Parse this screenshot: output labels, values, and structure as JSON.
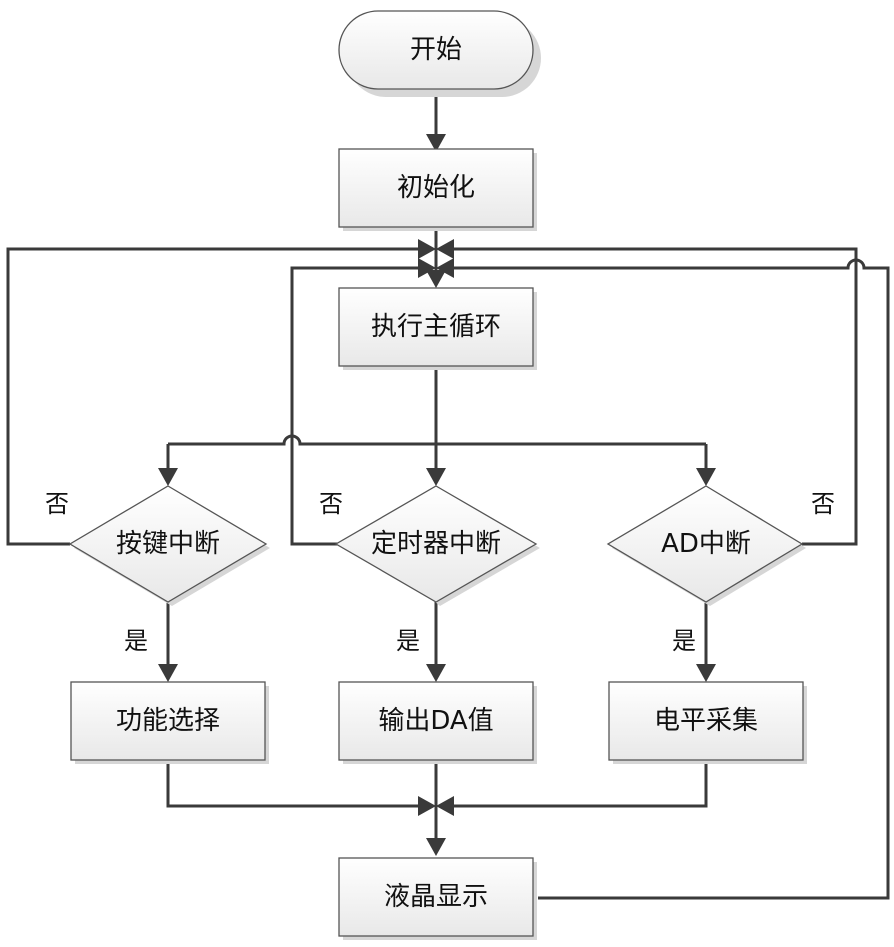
{
  "diagram": {
    "type": "flowchart",
    "colors": {
      "edge": "#3a3a3a",
      "node_fill_top": "#ffffff",
      "node_fill_bottom": "#e9e9e9",
      "node_border": "#555555",
      "shadow": "#d0d0d0"
    },
    "nodes": {
      "start": {
        "label": "开始",
        "shape": "terminator"
      },
      "init": {
        "label": "初始化",
        "shape": "process"
      },
      "main_loop": {
        "label": "执行主循环",
        "shape": "process"
      },
      "key_interrupt": {
        "label": "按键中断",
        "shape": "decision"
      },
      "timer_interrupt": {
        "label": "定时器中断",
        "shape": "decision"
      },
      "ad_interrupt": {
        "label": "AD中断",
        "shape": "decision"
      },
      "function_select": {
        "label": "功能选择",
        "shape": "process"
      },
      "output_da": {
        "label": "输出DA值",
        "shape": "process"
      },
      "level_sample": {
        "label": "电平采集",
        "shape": "process"
      },
      "lcd_display": {
        "label": "液晶显示",
        "shape": "process"
      }
    },
    "edge_labels": {
      "key_no": "否",
      "timer_no": "否",
      "ad_no": "否",
      "key_yes": "是",
      "timer_yes": "是",
      "ad_yes": "是"
    },
    "edges": [
      {
        "from": "start",
        "to": "init"
      },
      {
        "from": "init",
        "to": "main_loop"
      },
      {
        "from": "main_loop",
        "to": "key_interrupt"
      },
      {
        "from": "main_loop",
        "to": "timer_interrupt"
      },
      {
        "from": "main_loop",
        "to": "ad_interrupt"
      },
      {
        "from": "key_interrupt",
        "to": "main_loop",
        "label": "否"
      },
      {
        "from": "timer_interrupt",
        "to": "main_loop",
        "label": "否"
      },
      {
        "from": "ad_interrupt",
        "to": "main_loop",
        "label": "否"
      },
      {
        "from": "key_interrupt",
        "to": "function_select",
        "label": "是"
      },
      {
        "from": "timer_interrupt",
        "to": "output_da",
        "label": "是"
      },
      {
        "from": "ad_interrupt",
        "to": "level_sample",
        "label": "是"
      },
      {
        "from": "function_select",
        "to": "lcd_display"
      },
      {
        "from": "output_da",
        "to": "lcd_display"
      },
      {
        "from": "level_sample",
        "to": "lcd_display"
      },
      {
        "from": "lcd_display",
        "to": "main_loop"
      }
    ]
  }
}
